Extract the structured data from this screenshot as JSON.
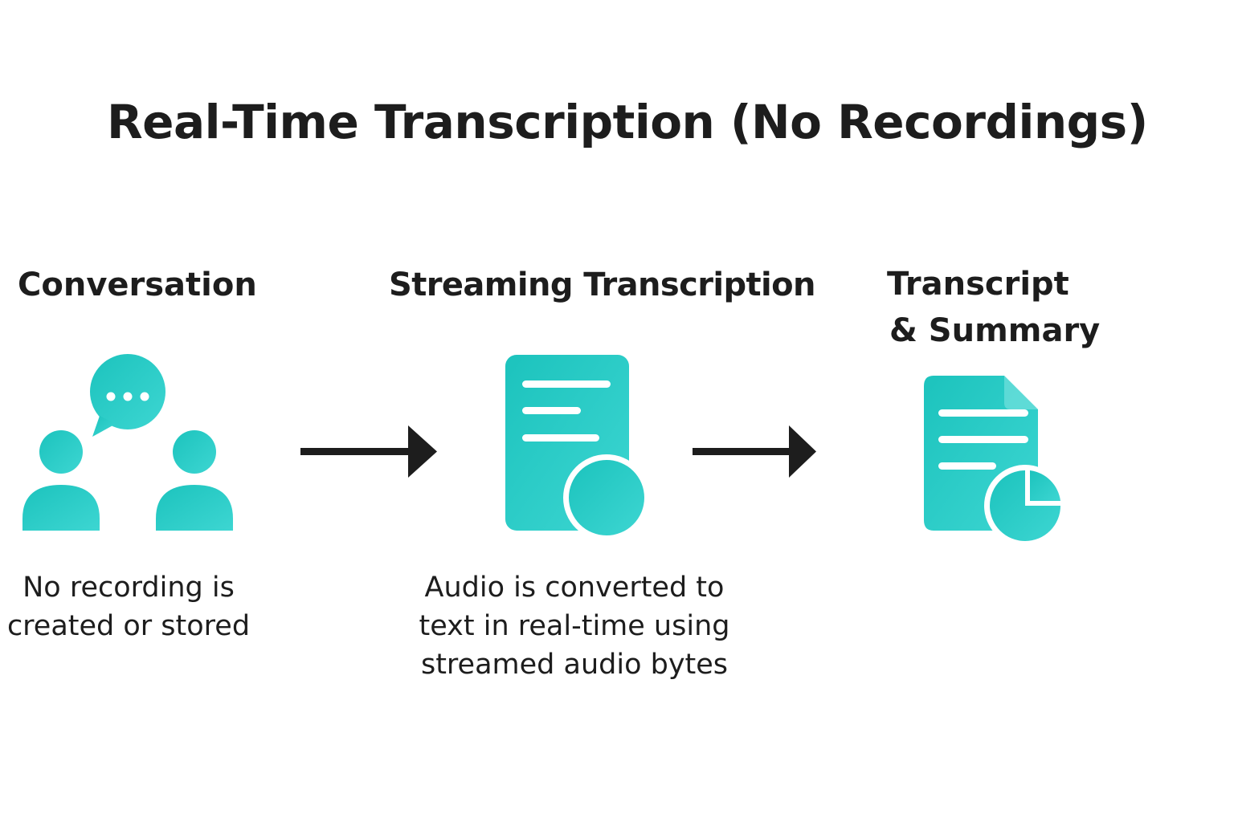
{
  "title": "Real-Time Transcription (No Recordings)",
  "colors": {
    "accent_start": "#1cc3bd",
    "accent_end": "#3dd6d2",
    "text": "#1d1d1d",
    "arrow": "#1d1d1d",
    "background": "#ffffff"
  },
  "steps": [
    {
      "label_lines": [
        "Conversation"
      ],
      "icon": "conversation-people-icon",
      "caption_lines": [
        "No recording is",
        "created or stored"
      ]
    },
    {
      "label_lines": [
        "Streaming Transcription"
      ],
      "icon": "document-with-circle-icon",
      "caption_lines": [
        "Audio is converted to",
        "text in real-time using",
        "streamed audio bytes"
      ]
    },
    {
      "label_lines": [
        "Transcript",
        "& Summary"
      ],
      "icon": "document-pie-chart-icon",
      "caption_lines": []
    }
  ],
  "connectors": [
    "arrow-right-icon",
    "arrow-right-icon"
  ]
}
